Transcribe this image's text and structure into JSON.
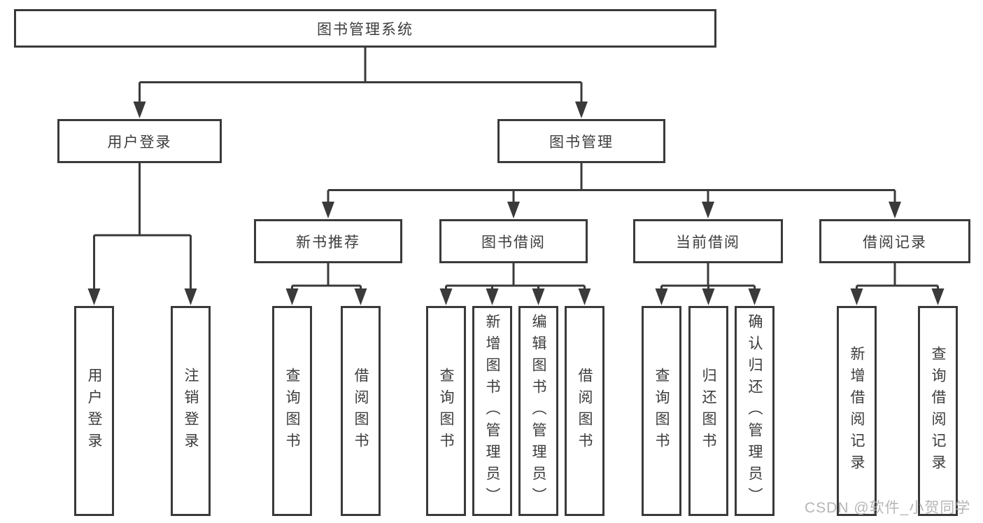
{
  "colors": {
    "line": "#3a3a3a",
    "box_border": "#3a3a3a",
    "box_background": "#ffffff",
    "text": "#3c3c3c",
    "watermark": "#b6b6b6",
    "page_background": "#ffffff"
  },
  "watermark": {
    "text": "CSDN @软件_小贺同学"
  },
  "tree": {
    "label": "图书管理系统",
    "children": [
      {
        "label": "用户登录",
        "children": [
          {
            "label": "用户登录"
          },
          {
            "label": "注销登录"
          }
        ]
      },
      {
        "label": "图书管理",
        "children": [
          {
            "label": "新书推荐",
            "children": [
              {
                "label": "查询图书"
              },
              {
                "label": "借阅图书"
              }
            ]
          },
          {
            "label": "图书借阅",
            "children": [
              {
                "label": "查询图书"
              },
              {
                "label": "新增图书（管理员）"
              },
              {
                "label": "编辑图书（管理员）"
              },
              {
                "label": "借阅图书"
              }
            ]
          },
          {
            "label": "当前借阅",
            "children": [
              {
                "label": "查询图书"
              },
              {
                "label": "归还图书"
              },
              {
                "label": "确认归还（管理员）"
              }
            ]
          },
          {
            "label": "借阅记录",
            "children": [
              {
                "label": "新增借阅记录"
              },
              {
                "label": "查询借阅记录"
              }
            ]
          }
        ]
      }
    ]
  }
}
